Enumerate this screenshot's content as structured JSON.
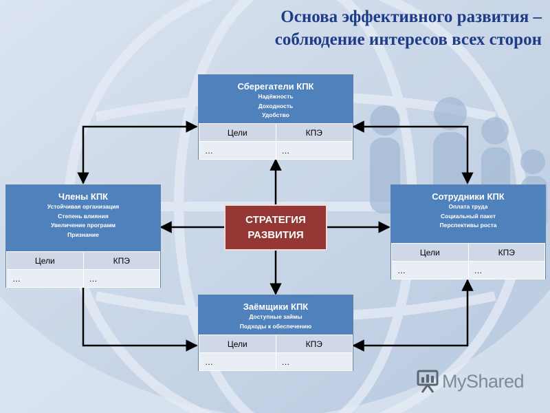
{
  "title": {
    "line1": "Основа эффективного развития –",
    "line2": "соблюдение интересов всех сторон"
  },
  "center": {
    "line1": "СТРАТЕГИЯ",
    "line2": "РАЗВИТИЯ"
  },
  "boxes": {
    "savers": {
      "title": "Сберегатели КПК",
      "items": [
        "Надёжность",
        "Доходность",
        "Удобство"
      ],
      "col1": "Цели",
      "col2": "КПЭ",
      "val1": "…",
      "val2": "…"
    },
    "members": {
      "title": "Члены КПК",
      "items": [
        "Устойчивая организация",
        "Степень влияния",
        "Увеличение программ",
        "Признание"
      ],
      "col1": "Цели",
      "col2": "КПЭ",
      "val1": "…",
      "val2": "…"
    },
    "staff": {
      "title": "Сотрудники КПК",
      "items": [
        "Оплата труда",
        "Социальный пакет",
        "Перспективы роста"
      ],
      "col1": "Цели",
      "col2": "КПЭ",
      "val1": "…",
      "val2": "…"
    },
    "borrowers": {
      "title": "Заёмщики КПК",
      "items": [
        "Доступные займы",
        "Подходы к обеспечению"
      ],
      "col1": "Цели",
      "col2": "КПЭ",
      "val1": "…",
      "val2": "…"
    }
  },
  "logo": {
    "text": "MyShared",
    "icon": "presentation-board-icon"
  },
  "colors": {
    "box_header": "#4f81bd",
    "table_header": "#d0d8e8",
    "table_row": "#e9edf4",
    "strategy_fill": "#953735",
    "title_text": "#1f3c88"
  }
}
